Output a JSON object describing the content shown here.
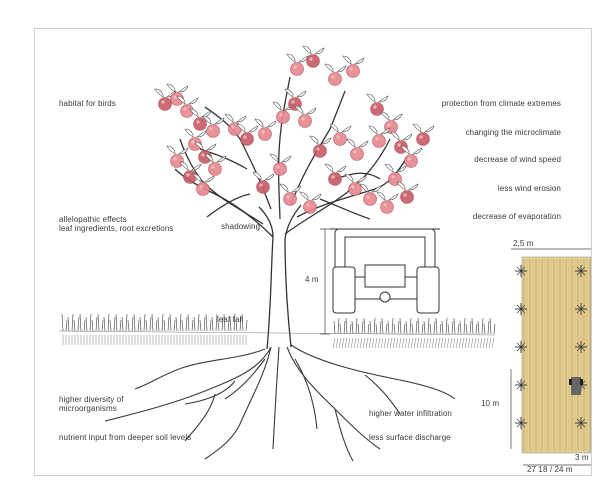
{
  "labels_left": {
    "habitat": "habitat for birds",
    "allelopathic_1": "allelopathic effects",
    "allelopathic_2": "leaf ingredients, root excretions",
    "leaf_fall": "leaf fall",
    "diversity_1": "higher diversity of",
    "diversity_2": "microorganisms",
    "nutrient": "nutrient input from deeper soil levels"
  },
  "labels_center": {
    "shadowing": "shadowing",
    "height": "4 m"
  },
  "labels_right": {
    "protection": "protection from climate extremes",
    "microclimate": "changing the microclimate",
    "wind": "decrease of wind speed",
    "erosion": "less wind erosion",
    "evaporation": "decrease of evaporation",
    "infiltration": "higher water infiltration",
    "discharge": "less surface discharge"
  },
  "plan_view": {
    "top_dim": "2,5 m",
    "side_dim": "10 m",
    "right_dim": "3 m",
    "bottom_dim": "27 18 / 24 m"
  },
  "colors": {
    "apple": "#e8878f",
    "apple_dark": "#c85a66",
    "leaf": "#ffffff",
    "field": "#e3cf96",
    "line": "#333333"
  }
}
